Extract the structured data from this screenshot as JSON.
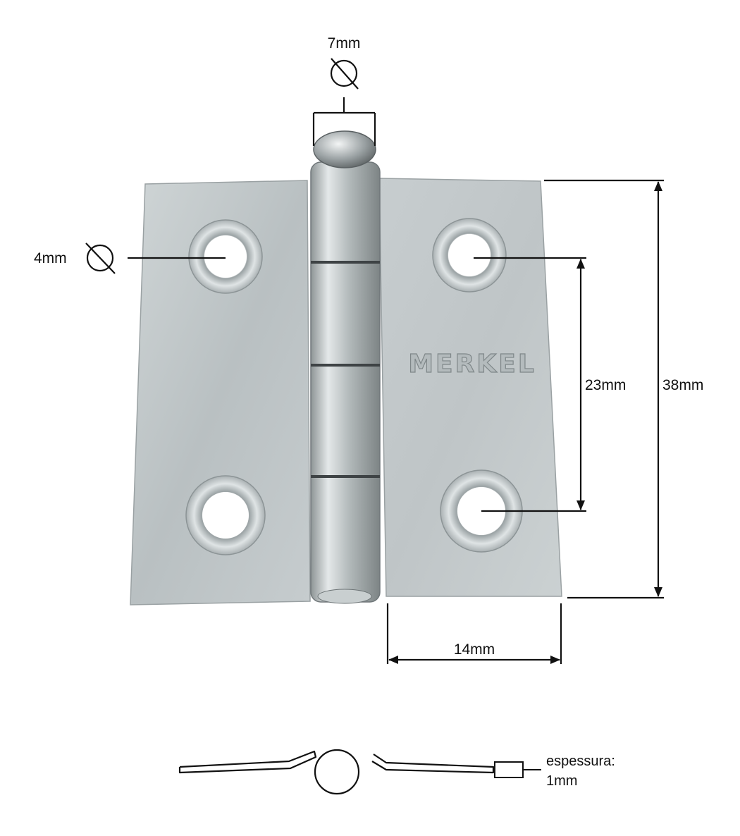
{
  "brand": "MERKEL",
  "dimensions": {
    "pin_diameter": "7mm",
    "hole_diameter": "4mm",
    "hole_spacing": "23mm",
    "height": "38mm",
    "leaf_width": "14mm"
  },
  "thickness": {
    "label": "espessura:",
    "value": "1mm"
  },
  "icons": [
    "diameter-icon"
  ]
}
